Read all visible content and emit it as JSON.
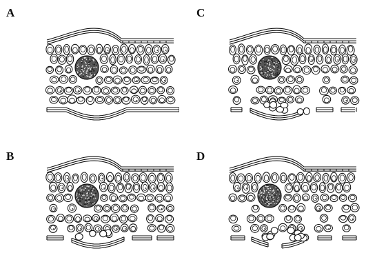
{
  "figure": {
    "panels": [
      {
        "id": "A",
        "label": "A",
        "stage": 0
      },
      {
        "id": "B",
        "label": "B",
        "stage": 1
      },
      {
        "id": "C",
        "label": "C",
        "stage": 2
      },
      {
        "id": "D",
        "label": "D",
        "stage": 3
      }
    ],
    "colors": {
      "ink": "#111111",
      "bundle_fill": "#555555",
      "background": "#ffffff"
    }
  }
}
